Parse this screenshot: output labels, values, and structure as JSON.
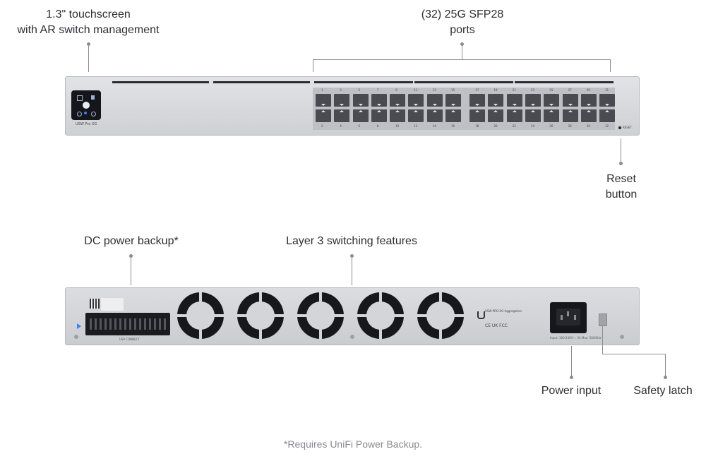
{
  "callouts": {
    "touchscreen": "1.3\" touchscreen\nwith AR switch management",
    "ports": "(32) 25G SFP28\nports",
    "reset": "Reset\nbutton",
    "dc_backup": "DC power backup*",
    "layer3": "Layer 3 switching features",
    "power_input": "Power input",
    "safety_latch": "Safety latch"
  },
  "footnote": "*Requires UniFi Power Backup.",
  "front": {
    "model_label": "USW Pro XG",
    "reset_label": "RESET",
    "top_port_numbers": [
      "1",
      "3",
      "5",
      "7",
      "9",
      "11",
      "13",
      "15",
      "17",
      "19",
      "21",
      "23",
      "25",
      "27",
      "29",
      "31"
    ],
    "bottom_port_numbers": [
      "2",
      "4",
      "6",
      "8",
      "10",
      "12",
      "14",
      "16",
      "18",
      "20",
      "22",
      "24",
      "26",
      "28",
      "30",
      "32"
    ]
  },
  "rear": {
    "connector_label": "USP CONNECT",
    "product_label": "USW-PRO-XG-Aggregation",
    "ce_marks": "CE UK FCC",
    "power_rating": "Input: 100-240V~, 3A Max, 50/60Hz",
    "fan_count": 5
  },
  "colors": {
    "chassis": "#d6d7db",
    "chassis_edge": "#b9babe",
    "port": "#4a4b50",
    "accent_led": "#3b82f6"
  }
}
